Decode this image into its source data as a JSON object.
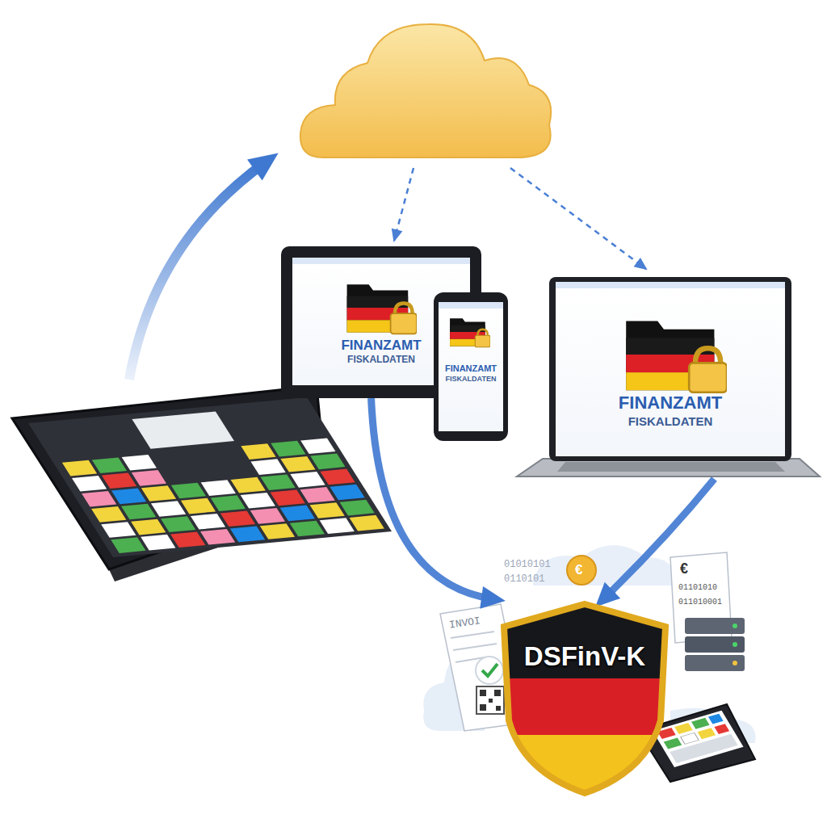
{
  "diagram": {
    "nodes": [
      {
        "text": [
          "FINANZAMT",
          "FISKALDATEN"
        ]
      },
      {
        "text": [
          "FINANZAMT",
          "FISKALDATEN"
        ]
      },
      {
        "text": [
          "FINANZAMT",
          "FISKALDATEN"
        ]
      },
      {
        "text": [
          "DSFinV-K"
        ]
      }
    ],
    "edges": [
      {
        "from": 0,
        "to": 3,
        "arrow": "to"
      },
      {
        "from": 2,
        "to": 3,
        "arrow": "to"
      }
    ],
    "labels": [
      "INVOI",
      "01010101",
      "0110101",
      "€",
      "€",
      "01101010",
      "011010001"
    ]
  }
}
